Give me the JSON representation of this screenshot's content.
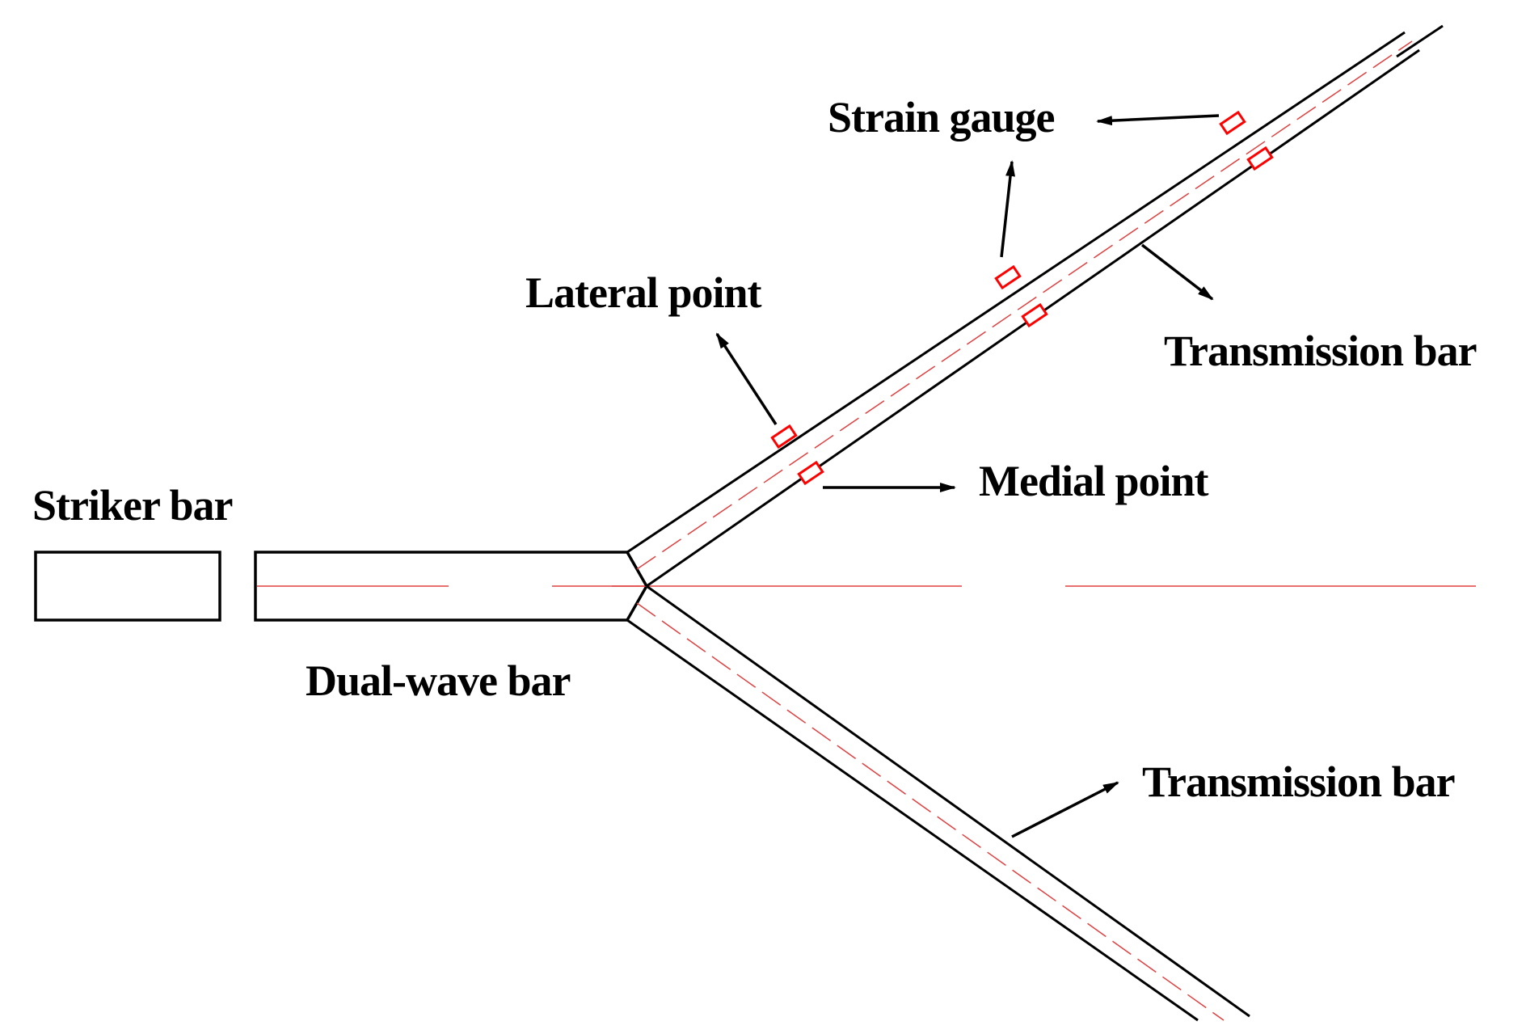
{
  "labels": {
    "strain_gauge": "Strain gauge",
    "lateral_point": "Lateral point",
    "transmission_bar_upper": "Transmission bar",
    "medial_point": "Medial point",
    "striker_bar": "Striker bar",
    "dual_wave_bar": "Dual-wave bar",
    "transmission_bar_lower": "Transmission bar"
  },
  "colors": {
    "outline": "#000000",
    "centerline": "#e04040",
    "gauge": "#ff0000"
  }
}
